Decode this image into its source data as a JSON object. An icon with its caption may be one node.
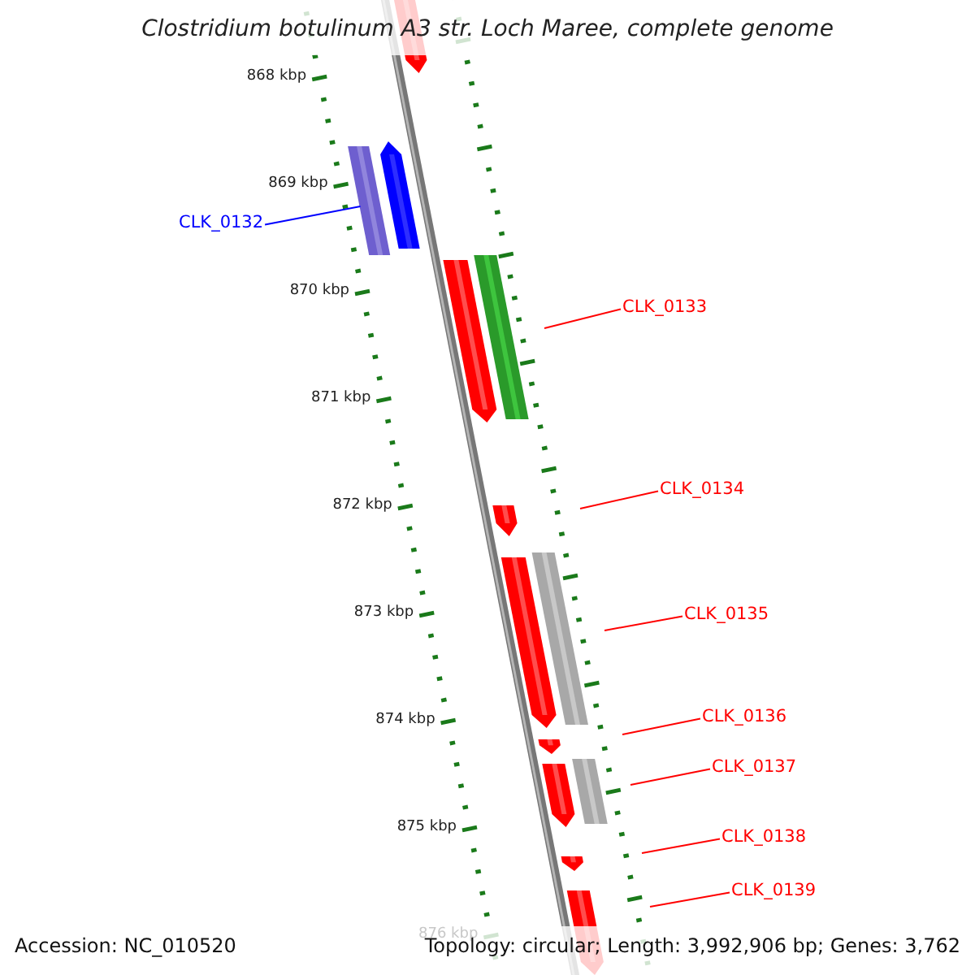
{
  "diagram": {
    "title": "Clostridium botulinum A3 str. Loch Maree, complete genome",
    "nodes": [
      {
        "text": [
          "CLK_0132"
        ]
      },
      {
        "text": [
          "CLK_0133"
        ]
      },
      {
        "text": [
          "CLK_0134"
        ]
      },
      {
        "text": [
          "CLK_0135"
        ]
      },
      {
        "text": [
          "CLK_0136"
        ]
      },
      {
        "text": [
          "CLK_0137"
        ]
      },
      {
        "text": [
          "CLK_0138"
        ]
      },
      {
        "text": [
          "CLK_0139"
        ]
      },
      {
        "text": [],
        "shape": "bar"
      }
    ],
    "edges": [
      {
        "from": 0,
        "to": 8,
        "arrow": "none",
        "color": "#0000ff"
      },
      {
        "from": 1,
        "to": null,
        "arrow": "none"
      },
      {
        "from": 2,
        "to": null,
        "arrow": "none"
      },
      {
        "from": 3,
        "to": null,
        "arrow": "none"
      },
      {
        "from": 4,
        "to": null,
        "arrow": "none"
      },
      {
        "from": 5,
        "to": null,
        "arrow": "none"
      },
      {
        "from": 6,
        "to": null,
        "arrow": "none"
      },
      {
        "from": 7,
        "to": null,
        "arrow": "none"
      }
    ],
    "labels": [
      "868 kbp",
      "869 kbp",
      "870 kbp",
      "871 kbp",
      "872 kbp",
      "873 kbp",
      "874 kbp",
      "875 kbp",
      "876 kbp",
      "Accession: NC_010520",
      "Topology: circular; Length: 3,992,906 bp; Genes: 3,762"
    ]
  }
}
